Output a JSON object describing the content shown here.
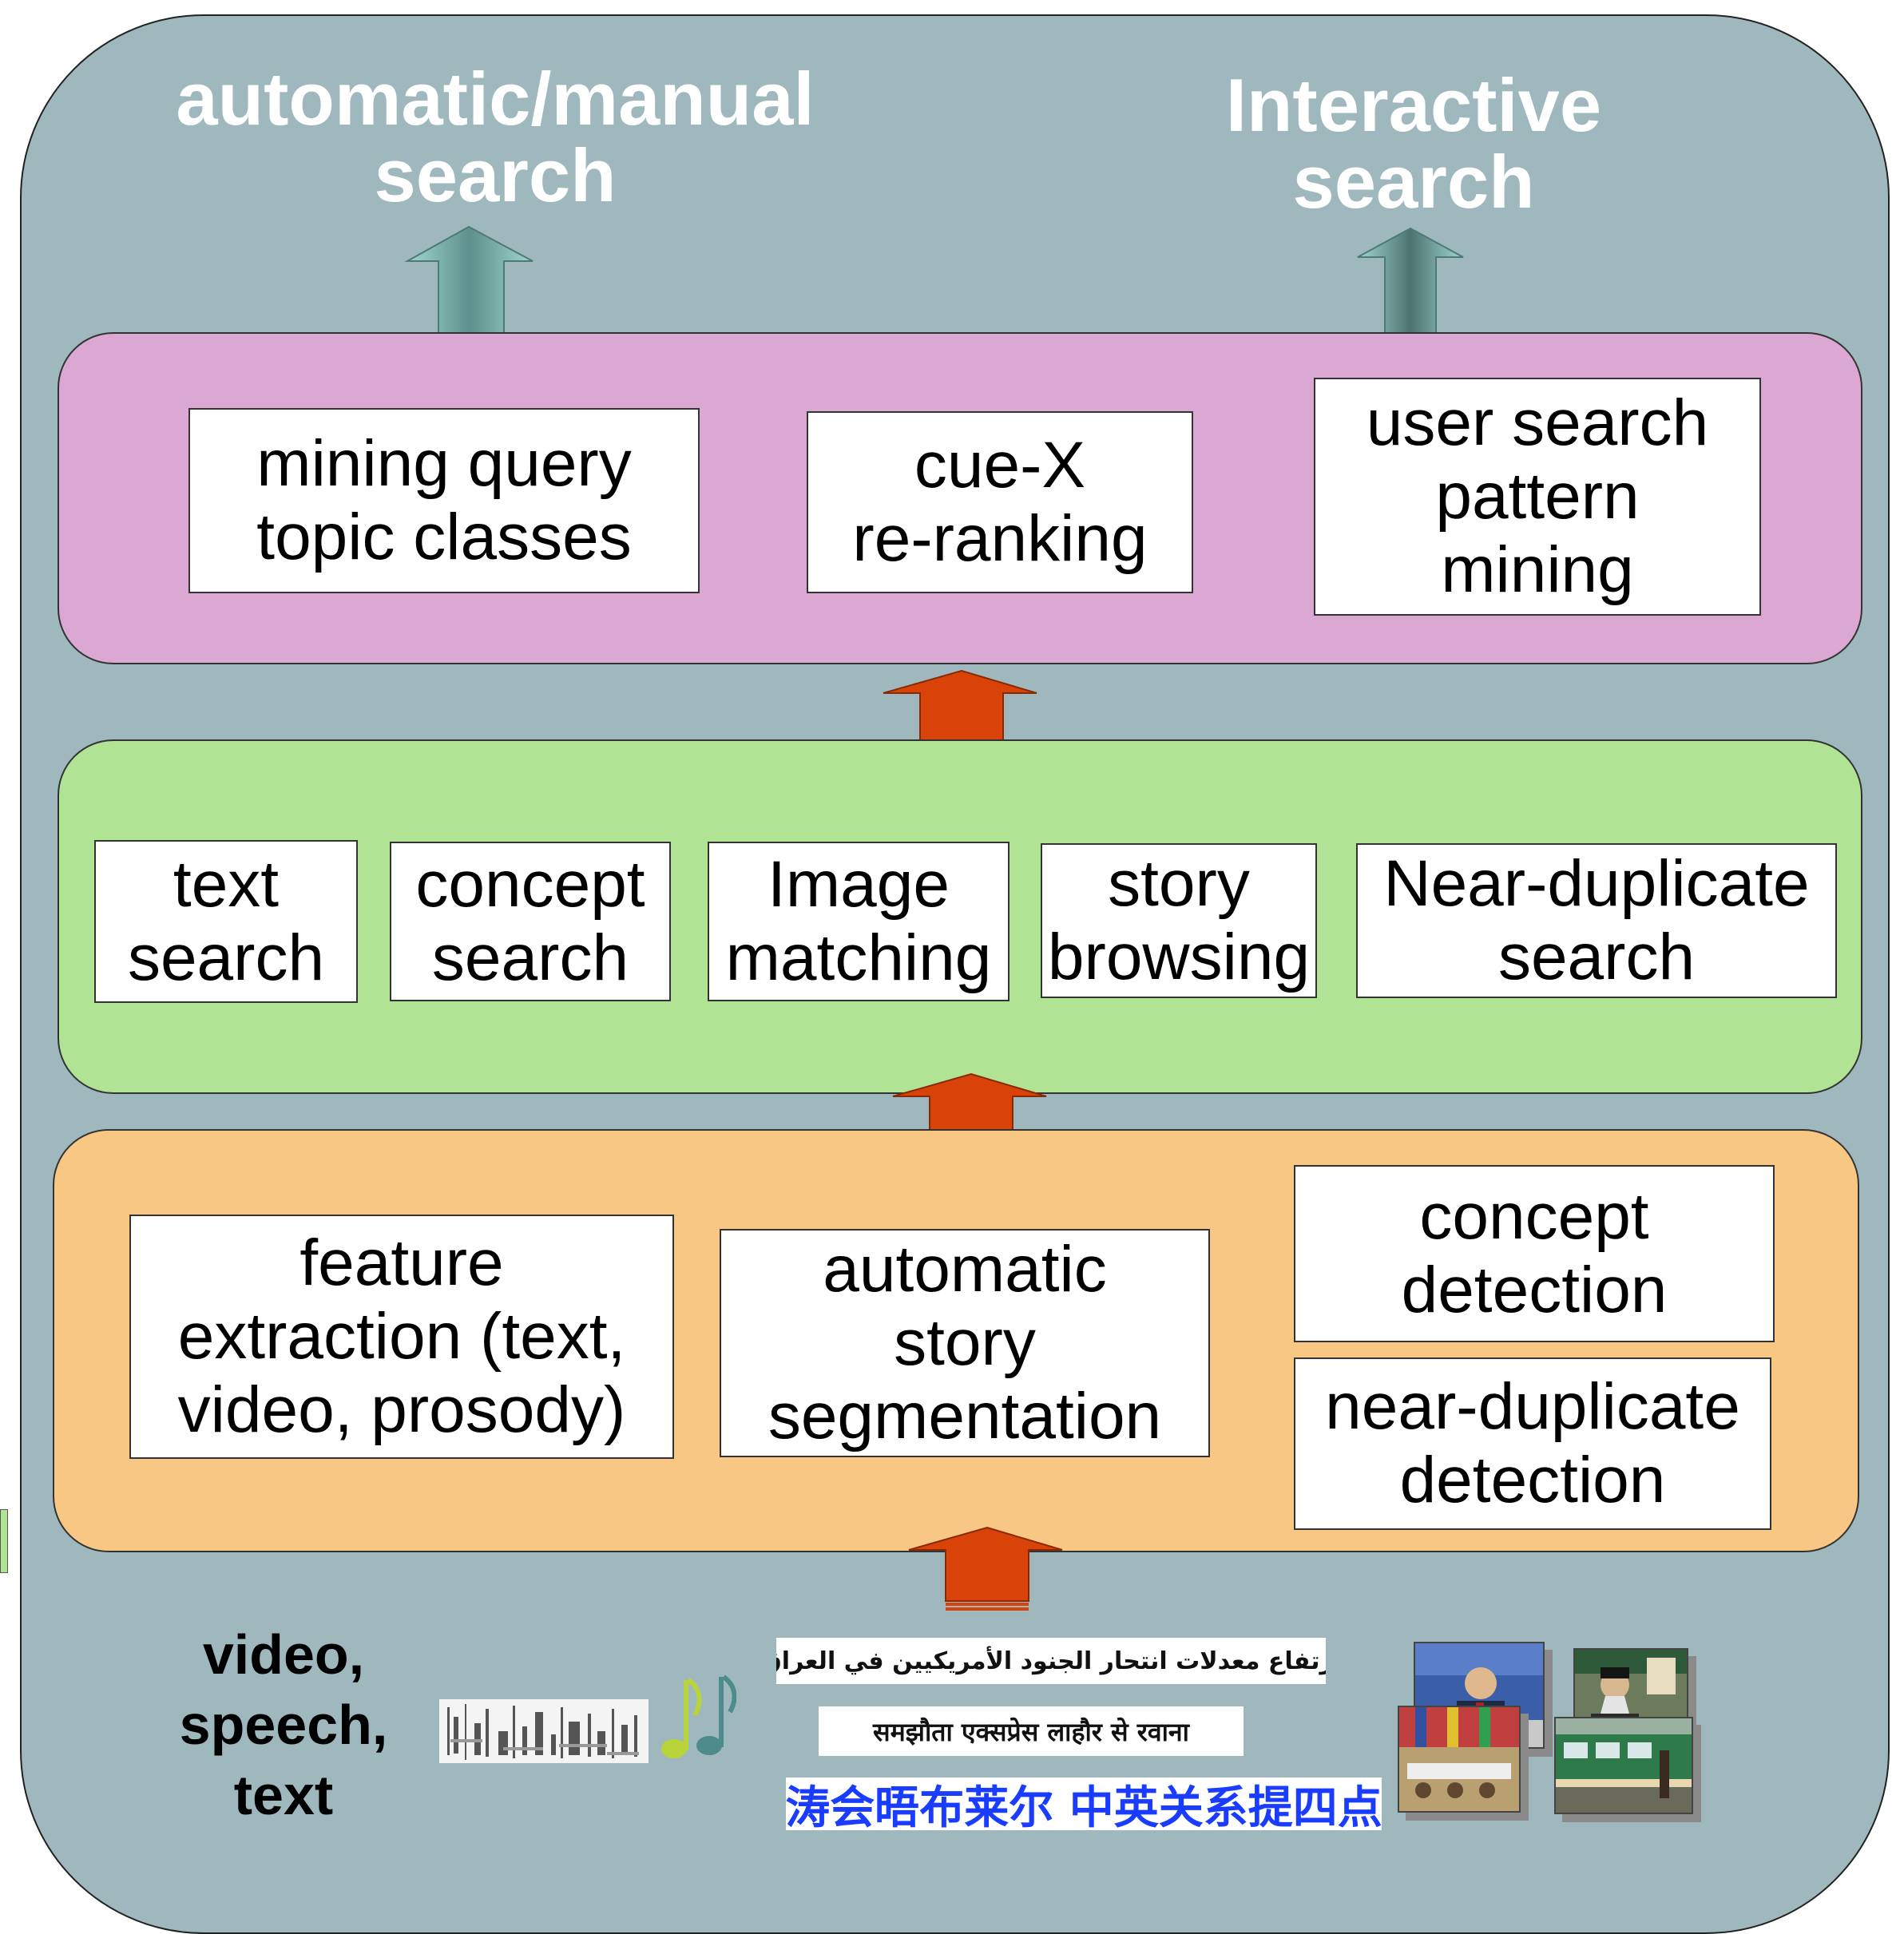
{
  "headings": {
    "left": "automatic/manual\nsearch",
    "right": "Interactive\nsearch"
  },
  "top_layer": {
    "boxes": [
      "mining query\ntopic classes",
      "cue-X\nre-ranking",
      "user search\npattern\nmining"
    ]
  },
  "middle_layer": {
    "boxes": [
      "text\nsearch",
      "concept\nsearch",
      "Image\nmatching",
      "story\nbrowsing",
      "Near-duplicate\nsearch"
    ]
  },
  "bottom_layer": {
    "boxes": [
      "feature\nextraction (text,\nvideo, prosody)",
      "automatic\nstory\nsegmentation",
      "concept\ndetection",
      "near-duplicate\ndetection"
    ]
  },
  "inputs": {
    "label": "video,\nspeech,\ntext",
    "arabic": "ارتفاع معدلات انتحار الجنود الأمريكيين في العراق",
    "hindi": "समझौता एक्सप्रेस लाहौर से रवाना",
    "chinese": "胡锦涛会晤布莱尔 中英关系提四点建议",
    "music_icon": "music-note-icon"
  },
  "colors": {
    "background": "#9fb8bd",
    "top_layer": "#dba8d3",
    "middle_layer": "#b0e494",
    "bottom_layer": "#f9c784",
    "up_arrow": "#d9430a",
    "teal_arrow": "#8ec5c0",
    "chinese_text": "#1a3cff"
  }
}
